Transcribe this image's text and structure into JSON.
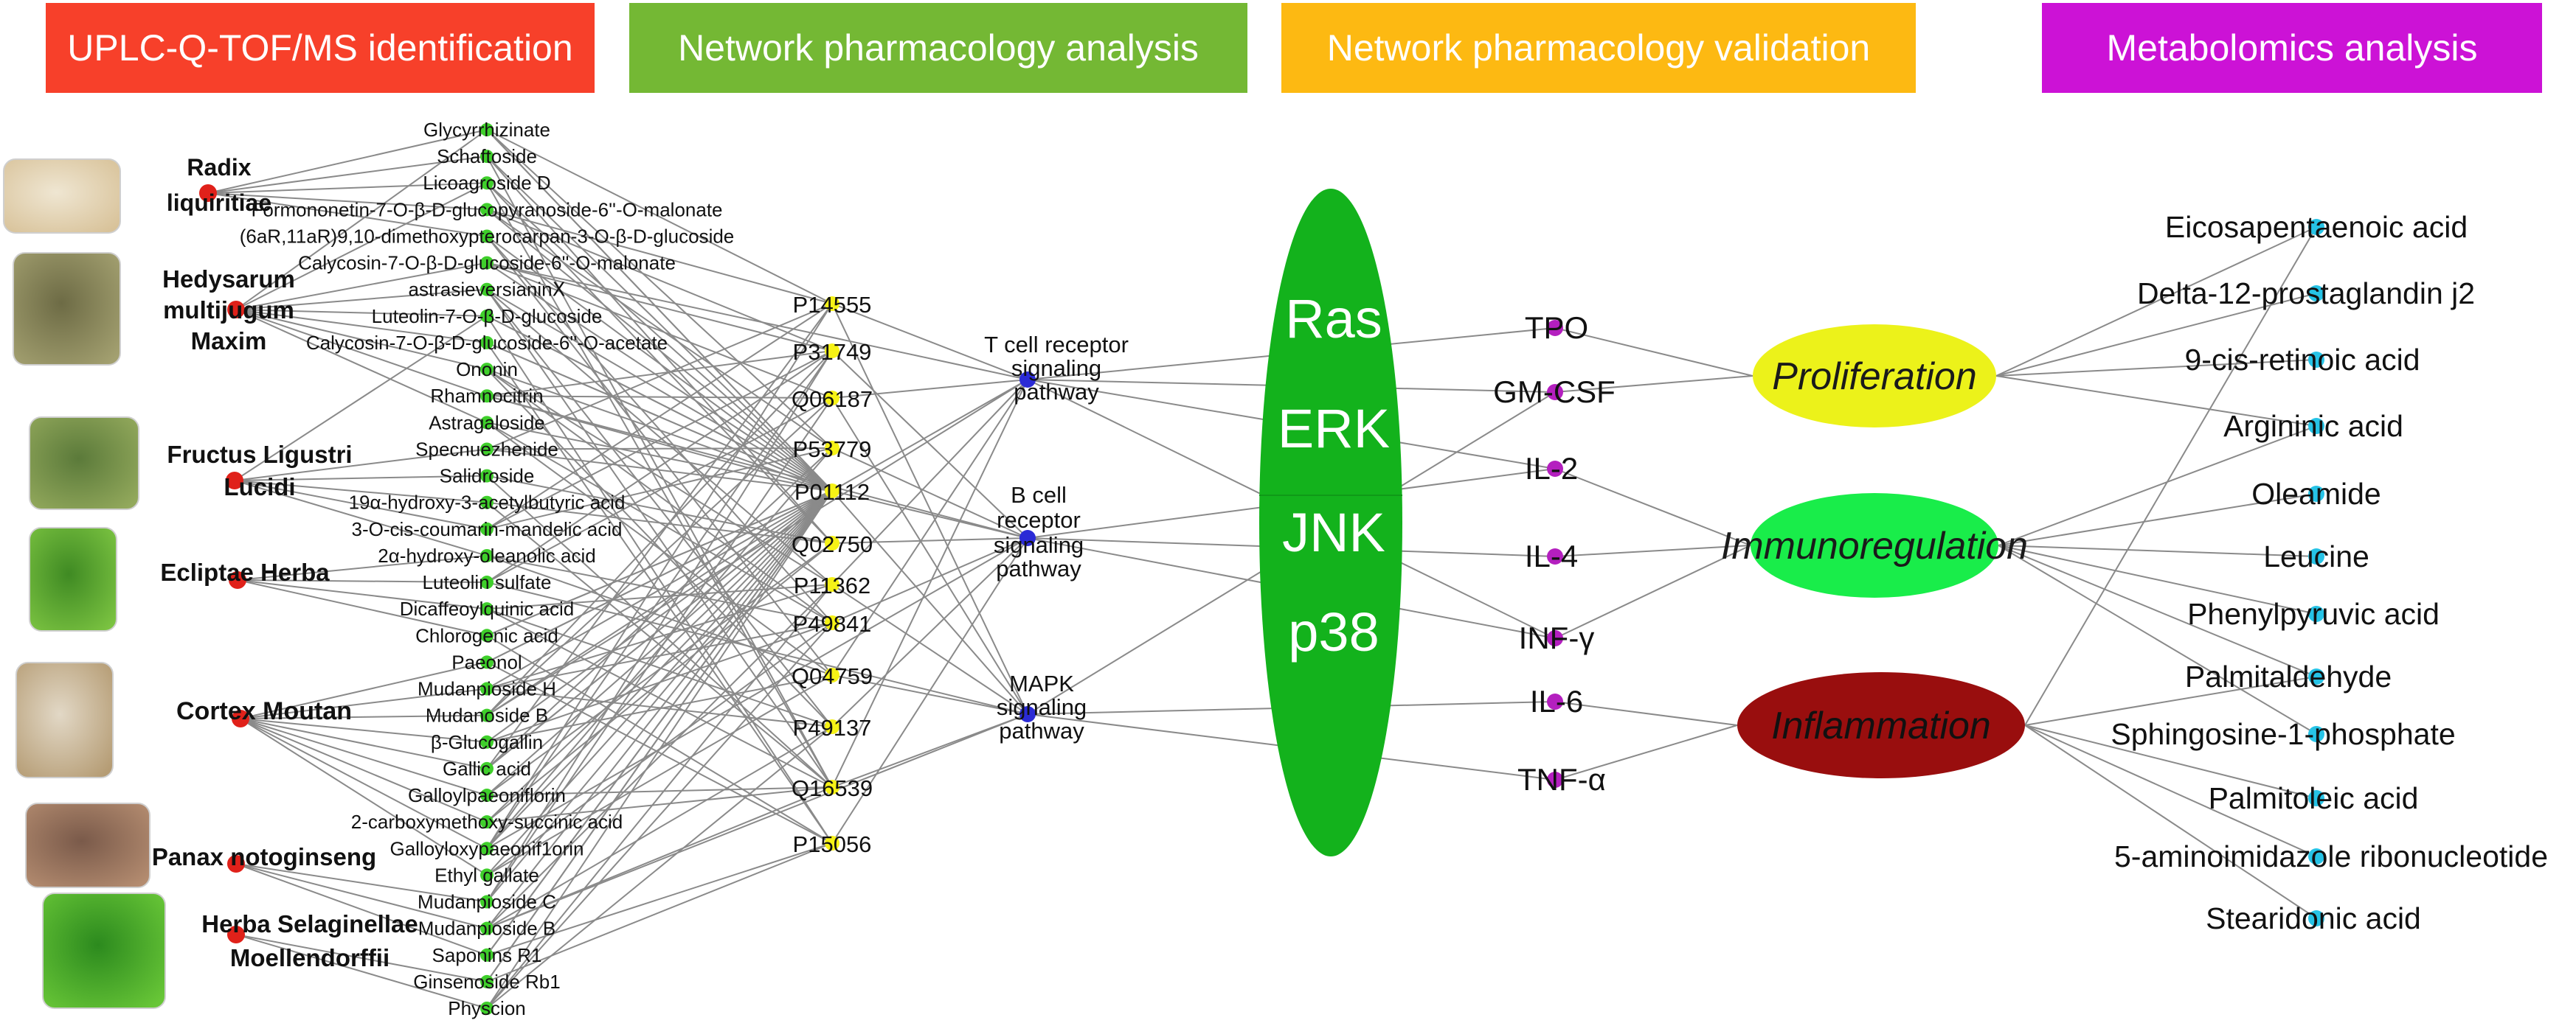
{
  "headers": [
    {
      "id": "uplc",
      "label": "UPLC-Q-TOF/MS identification",
      "color": "#f7402a"
    },
    {
      "id": "np",
      "label": "Network pharmacology analysis",
      "color": "#74b834"
    },
    {
      "id": "npv",
      "label": "Network pharmacology validation",
      "color": "#fdb912"
    },
    {
      "id": "met",
      "label": "Metabolomics analysis",
      "color": "#cc12d6"
    }
  ],
  "herbs": [
    {
      "id": "radix",
      "label": "Radix liquiritiae",
      "lines": [
        "Radix",
        "liquiritiae"
      ],
      "bold": false
    },
    {
      "id": "hedy",
      "label": "Hedysarum multijugum Maxim",
      "lines": [
        "Hedysarum",
        "multijugum",
        "Maxim"
      ],
      "bold": true
    },
    {
      "id": "fructus",
      "label": "Fructus Ligustri Lucidi",
      "lines": [
        "Fructus Ligustri",
        "Lucidi"
      ],
      "bold": true
    },
    {
      "id": "ecliptae",
      "label": "Ecliptae Herba",
      "lines": [
        "Ecliptae Herba"
      ],
      "bold": true
    },
    {
      "id": "cortex",
      "label": "Cortex Moutan",
      "lines": [
        "Cortex Moutan"
      ],
      "bold": true
    },
    {
      "id": "panax",
      "label": "Panax notoginseng",
      "lines": [
        "Panax notoginseng"
      ],
      "bold": true
    },
    {
      "id": "herba",
      "label": "Herba Selaginellae Moellendorffii",
      "lines": [
        "Herba Selaginellae",
        "Moellendorffii"
      ],
      "bold": true
    }
  ],
  "compounds": [
    "Glycyrrhizinate",
    "Schaftoside",
    "Licoagroside D",
    "Formononetin-7-O-β-D-glucopyranoside-6''-O-malonate",
    "(6aR,11aR)9,10-dimethoxypterocarpan-3-O-β-D-glucoside",
    "Calycosin-7-O-β-D-glucoside-6''-O-malonate",
    "astrasieversianinⅩ",
    "Luteolin-7-O-β-D-glucoside",
    "Calycosin-7-O-β-D-glucoside-6''-O-acetate",
    "Ononin",
    "Rhamnocitrin",
    "Astragaloside",
    "Specnuezhenide",
    "Salidroside",
    "19α-hydroxy-3-acetylbutyric acid",
    "3-O-cis-coumarin-mandelic acid",
    "2α-hydroxy-oleanolic acid",
    "Luteolin sulfate",
    "Dicaffeoylquinic acid",
    "Chlorogenic acid",
    "Paeonol",
    "Mudanpioside H",
    "Mudanoside B",
    "β-Glucogallin",
    "Gallic acid",
    "Galloylpaeoniflorin",
    "2-carboxymethoxy-succinic acid",
    "Galloyloxypaeonif1orin",
    "Ethyl gallate",
    "Mudanpioside C",
    "Mudanpioside B",
    "Saponins R1",
    "Ginsenoside Rb1",
    "Physcion"
  ],
  "targets": [
    "P14555",
    "P31749",
    "Q06187",
    "P53779",
    "P01112",
    "Q02750",
    "P11362",
    "P49841",
    "Q04759",
    "P49137",
    "Q16539",
    "P15056"
  ],
  "pathways": [
    {
      "id": "tcell",
      "lines": [
        "T cell receptor",
        "signaling",
        "pathway"
      ]
    },
    {
      "id": "bcell",
      "lines": [
        "B cell",
        "receptor",
        "signaling",
        "pathway"
      ]
    },
    {
      "id": "mapk",
      "lines": [
        "MAPK",
        "signaling",
        "pathway"
      ]
    }
  ],
  "kinases": [
    "Ras",
    "ERK",
    "JNK",
    "p38"
  ],
  "cytokines": [
    "TPO",
    "GM-CSF",
    "IL-2",
    "IL-4",
    "INF-γ",
    "IL-6",
    "TNF-α"
  ],
  "effects": [
    {
      "id": "prolif",
      "label": "Proliferation",
      "color": "#ecf21a",
      "text": "#1a1a1a"
    },
    {
      "id": "immuno",
      "label": "Immunoregulation",
      "color": "#19ed4a",
      "text": "#1a1a1a"
    },
    {
      "id": "inflam",
      "label": "Inflammation",
      "color": "#990e0e",
      "text": "#111111"
    }
  ],
  "metabolites": [
    "Eicosapentaenoic acid",
    "Delta-12-prostaglandin j2",
    "9-cis-retinoic acid",
    "Argininic acid",
    "Oleamide",
    "Leucine",
    "Phenylpyruvic acid",
    "Palmitaldehyde",
    "Sphingosine-1-phosphate",
    "Palmitoleic acid",
    "5-aminoimidazole ribonucleotide",
    "Stearidonic acid"
  ],
  "colors": {
    "herb_node": "#e0211a",
    "compound_node": "#3fcf2b",
    "target_node": "#f6f216",
    "pathway_node": "#2b2bd6",
    "kinase_ellipse": "#13b21c",
    "cytokine_node": "#b41fbf",
    "metabolite_node": "#26c3e6",
    "edge": "#8a8a8a"
  }
}
